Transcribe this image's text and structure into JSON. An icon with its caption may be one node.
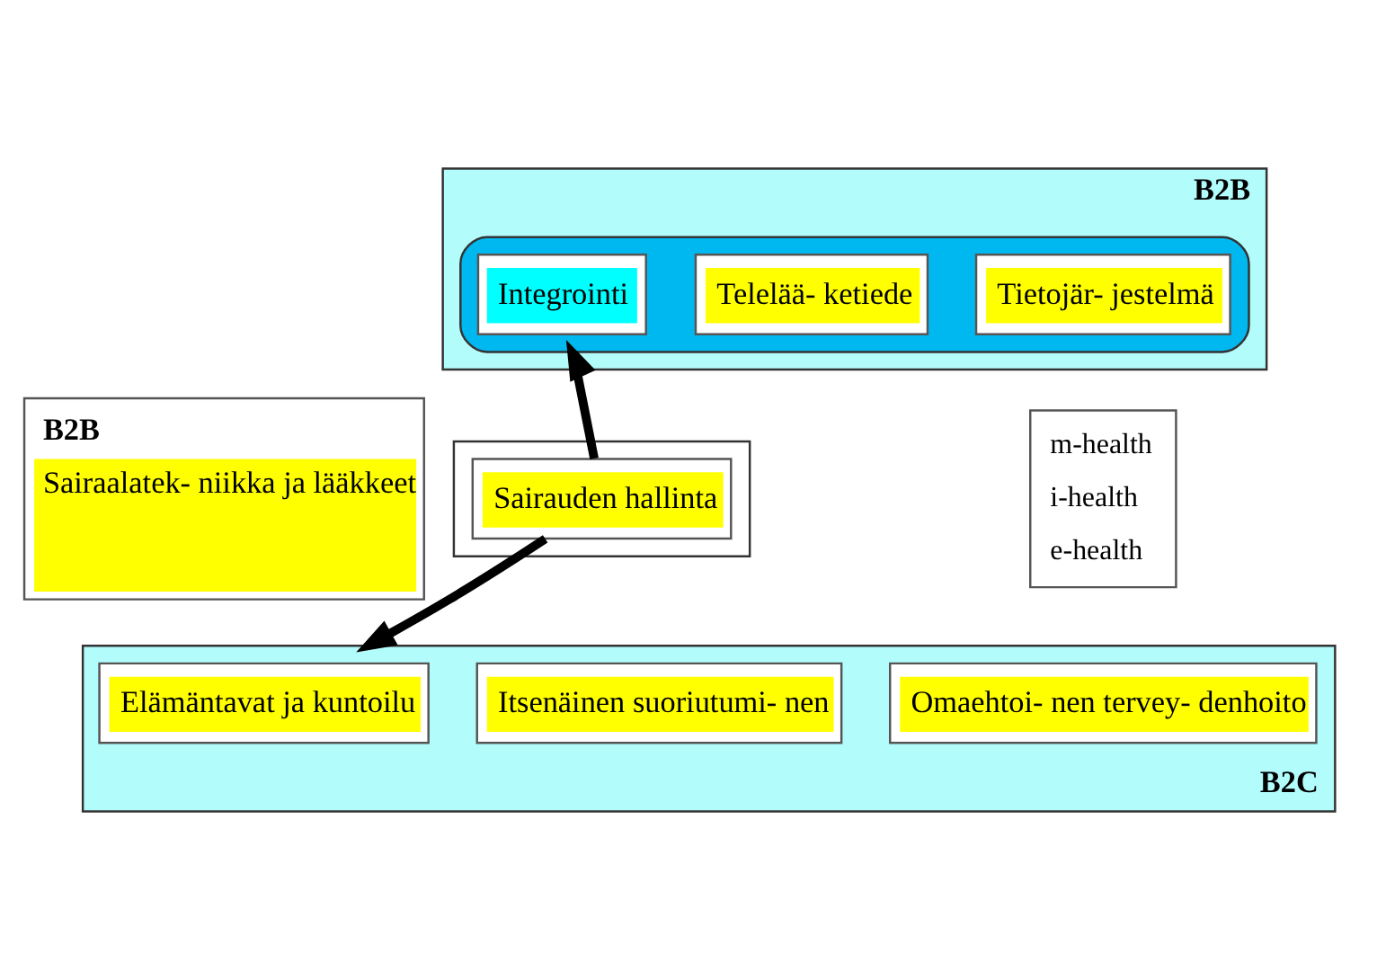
{
  "diagram": {
    "nodes": [
      {
        "text": [
          "B2B"
        ]
      },
      {
        "text": [],
        "shape": "ellipse",
        "in": 0
      },
      {
        "text": [
          "Integrointi"
        ],
        "in": 1
      },
      {
        "text": [
          "Telelää- ketiede"
        ],
        "in": 1
      },
      {
        "text": [
          "Tietojär- jestelmä"
        ],
        "in": 1
      },
      {
        "text": [
          "B2B",
          "Sairaalatek- niikka ja lääkkeet"
        ]
      },
      {
        "text": [],
        "shape": "bar"
      },
      {
        "text": [
          "Sairauden hallinta"
        ],
        "in": 6
      },
      {
        "text": [
          "m-health",
          "i-health",
          "e-health"
        ]
      },
      {
        "text": [
          "B2C"
        ]
      },
      {
        "text": [
          "Elämäntavat ja kuntoilu"
        ],
        "in": 9
      },
      {
        "text": [
          "Itsenäinen suoriutumi- nen"
        ],
        "in": 9
      },
      {
        "text": [
          "Omaehtoi- nen tervey- denhoito"
        ],
        "in": 9
      }
    ],
    "edges": [
      {
        "from": 7,
        "to": 1,
        "arrow": "to"
      },
      {
        "from": 7,
        "to": 9,
        "arrow": "to"
      }
    ]
  }
}
